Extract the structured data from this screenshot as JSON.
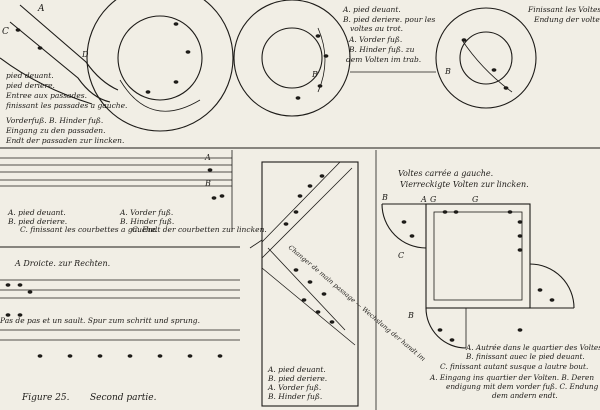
{
  "plate": {
    "caption_figure": "Figure 25.",
    "caption_part": "Second partie."
  },
  "top_left": {
    "mark_a": "A",
    "mark_c": "C",
    "mark_d": "D",
    "lines": [
      "pied deuant.",
      "pied deriere.",
      "Entree aux passades.",
      "finissant les passades a gauche.",
      "Vorderfuß. B. Hinder fuß.",
      "Eingang zu den passaden.",
      "Endt der passaden zur lincken."
    ]
  },
  "middle_circle": {
    "label_b": "B",
    "lines": [
      "A. pied deuant.",
      "B. pied deriere. pour les",
      "voltes au trot.",
      "A. Vorder fuß.",
      "B. Hinder fuß. zu",
      "dem Volten im trab."
    ]
  },
  "right_circle": {
    "label_b": "B",
    "lines": [
      "Finissant les Voltes.",
      "Endung der volten"
    ]
  },
  "left_middle": {
    "label_a": "A",
    "label_b": "B",
    "lines": [
      "A. pied deuant.",
      "B. pied deriere.",
      "C. finissant les courbettes a gauche.",
      "A. Vorder fuß.",
      "B. Hinder fuß.",
      "C. Endt der courbetten zur lincken."
    ]
  },
  "a_droicte": "A Droicte.  zur Rechten.",
  "pas_et_saut": "Pas de pas et un sault.  Spur zum schritt und sprung.",
  "diagonal": {
    "band_text": "Changer de main passage — Wechslung der handt im",
    "lines": [
      "A. pied deuant.",
      "B. pied deriere.",
      "A. Vorder fuß.",
      "B. Hinder fuß."
    ]
  },
  "square_volte": {
    "title": "Voltes carrée a gauche.",
    "subtitle": "Vierreckigte Volten zur lincken.",
    "mark_a": "A",
    "mark_b": "B",
    "mark_c": "C",
    "mark_g": "G",
    "lines": [
      "A. Autrée dans le quartier des Voltes.",
      "B. finissant auec le pied deuant.",
      "C. finissant autant susque a lautre bout.",
      "A. Eingang ins quartier der Volten. B. Deren",
      "endigung mit dem vorder fuß. C. Endung auf",
      "dem andern endt."
    ]
  }
}
